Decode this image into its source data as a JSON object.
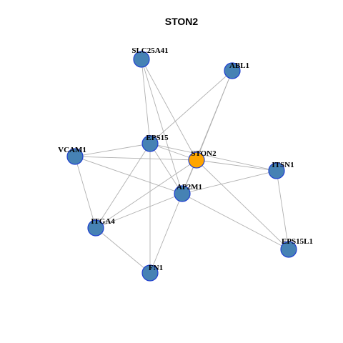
{
  "graph": {
    "title": "STON2",
    "colors": {
      "node": "#4682b4",
      "focus": "#ffa500",
      "border": "#1f3fd0",
      "edge": "#b0b0b0"
    },
    "nodes": [
      {
        "id": "SLC25A41",
        "label": "SLC25A41",
        "focus": false
      },
      {
        "id": "ABL1",
        "label": "ABL1",
        "focus": false
      },
      {
        "id": "EPS15",
        "label": "EPS15",
        "focus": false
      },
      {
        "id": "VCAM1",
        "label": "VCAM1",
        "focus": false
      },
      {
        "id": "STON2",
        "label": "STON2",
        "focus": true
      },
      {
        "id": "ITSN1",
        "label": "ITSN1",
        "focus": false
      },
      {
        "id": "AP2M1",
        "label": "AP2M1",
        "focus": false
      },
      {
        "id": "ITGA4",
        "label": "ITGA4",
        "focus": false
      },
      {
        "id": "EPS15L1",
        "label": "EPS15L1",
        "focus": false
      },
      {
        "id": "FN1",
        "label": "FN1",
        "focus": false
      }
    ],
    "edges": [
      [
        "SLC25A41",
        "EPS15"
      ],
      [
        "SLC25A41",
        "STON2"
      ],
      [
        "SLC25A41",
        "AP2M1"
      ],
      [
        "ABL1",
        "EPS15"
      ],
      [
        "ABL1",
        "STON2"
      ],
      [
        "ABL1",
        "AP2M1"
      ],
      [
        "EPS15",
        "VCAM1"
      ],
      [
        "EPS15",
        "STON2"
      ],
      [
        "EPS15",
        "ITSN1"
      ],
      [
        "EPS15",
        "AP2M1"
      ],
      [
        "EPS15",
        "ITGA4"
      ],
      [
        "EPS15",
        "FN1"
      ],
      [
        "VCAM1",
        "STON2"
      ],
      [
        "VCAM1",
        "AP2M1"
      ],
      [
        "VCAM1",
        "ITGA4"
      ],
      [
        "STON2",
        "ITSN1"
      ],
      [
        "STON2",
        "AP2M1"
      ],
      [
        "STON2",
        "EPS15L1"
      ],
      [
        "STON2",
        "ITGA4"
      ],
      [
        "ITSN1",
        "AP2M1"
      ],
      [
        "ITSN1",
        "EPS15L1"
      ],
      [
        "AP2M1",
        "ITGA4"
      ],
      [
        "AP2M1",
        "EPS15L1"
      ],
      [
        "AP2M1",
        "FN1"
      ],
      [
        "ITGA4",
        "FN1"
      ]
    ]
  }
}
